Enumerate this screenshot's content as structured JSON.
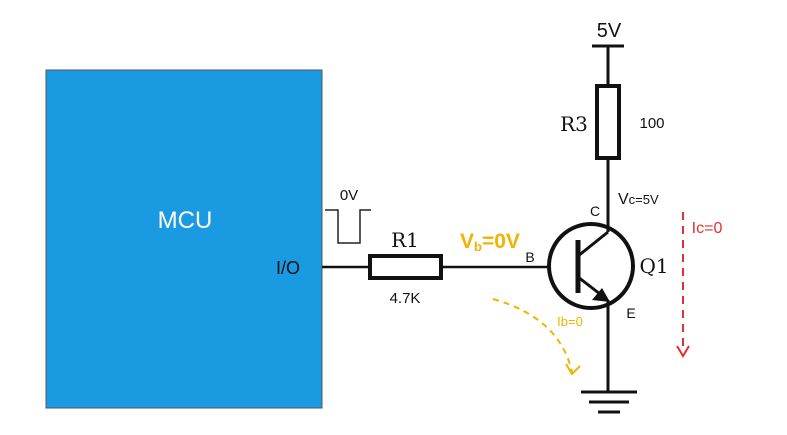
{
  "mcu": {
    "label": "MCU",
    "pin_label": "I/O",
    "color": "#1a9ae0"
  },
  "signal": {
    "label": "0V"
  },
  "r1": {
    "name": "R1",
    "value": "4.7K"
  },
  "r3": {
    "name": "R3",
    "value": "100"
  },
  "supply": {
    "label": "5V"
  },
  "vb": {
    "label_main": "V",
    "label_sub": "b",
    "label_rest": "=0V",
    "color": "#f0b400"
  },
  "vc": {
    "label_main": "V",
    "label_rest": "c=5V"
  },
  "transistor": {
    "name": "Q1",
    "base": "B",
    "collector": "C",
    "emitter": "E"
  },
  "ib": {
    "label": "Ib=0",
    "color": "#f0b400"
  },
  "ic": {
    "label": "Ic=0",
    "color": "#e03030"
  }
}
